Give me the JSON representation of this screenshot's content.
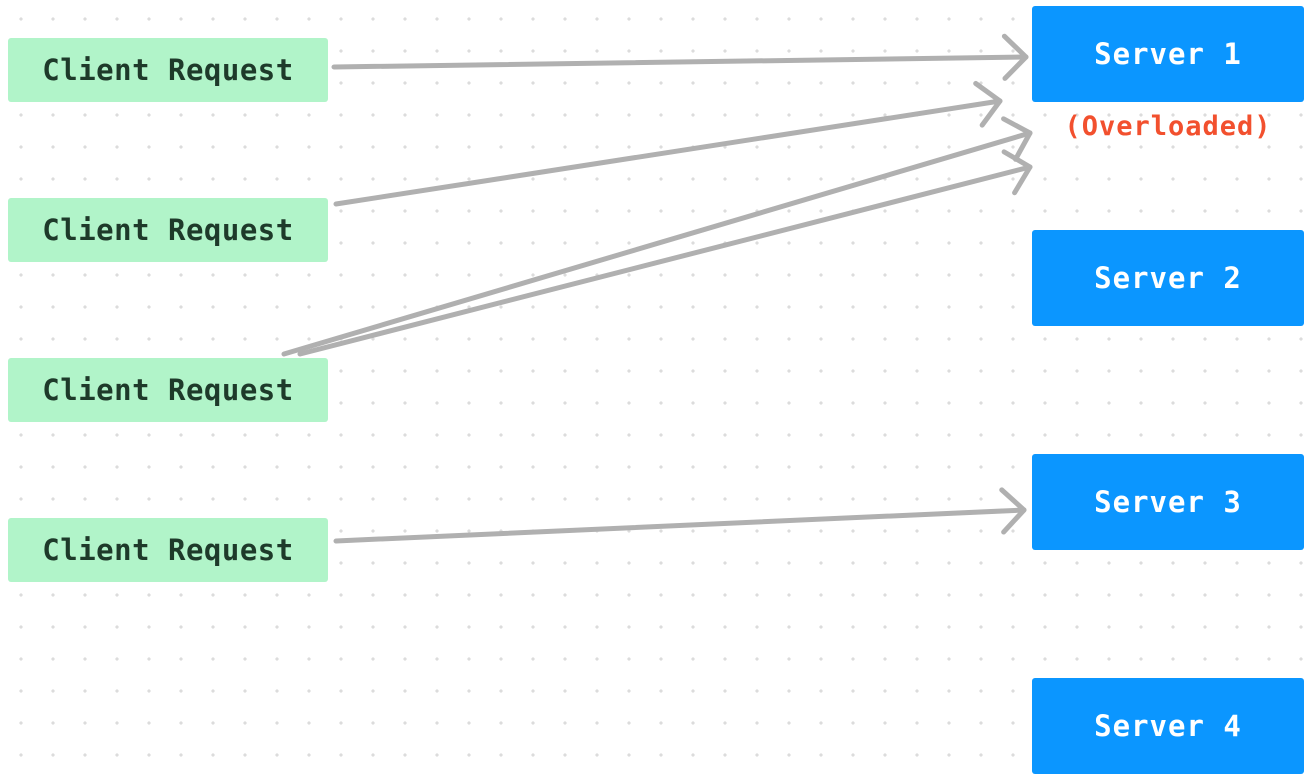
{
  "colors": {
    "client_bg": "#b1f4c9",
    "client_text": "#1e3a2a",
    "server_bg": "#0b96ff",
    "server_text": "#ffffff",
    "arrow": "#b0b0b0",
    "note_text": "#f2502e"
  },
  "clients": [
    {
      "label": "Client Request"
    },
    {
      "label": "Client Request"
    },
    {
      "label": "Client Request"
    },
    {
      "label": "Client Request"
    }
  ],
  "servers": [
    {
      "label": "Server 1",
      "note": "(Overloaded)"
    },
    {
      "label": "Server 2"
    },
    {
      "label": "Server 3"
    },
    {
      "label": "Server 4"
    }
  ],
  "connections": [
    {
      "from": "client-1",
      "to": "server-1"
    },
    {
      "from": "client-2",
      "to": "server-1"
    },
    {
      "from": "client-3",
      "to": "server-1"
    },
    {
      "from": "client-3",
      "to": "server-1"
    },
    {
      "from": "client-4",
      "to": "server-3"
    }
  ]
}
